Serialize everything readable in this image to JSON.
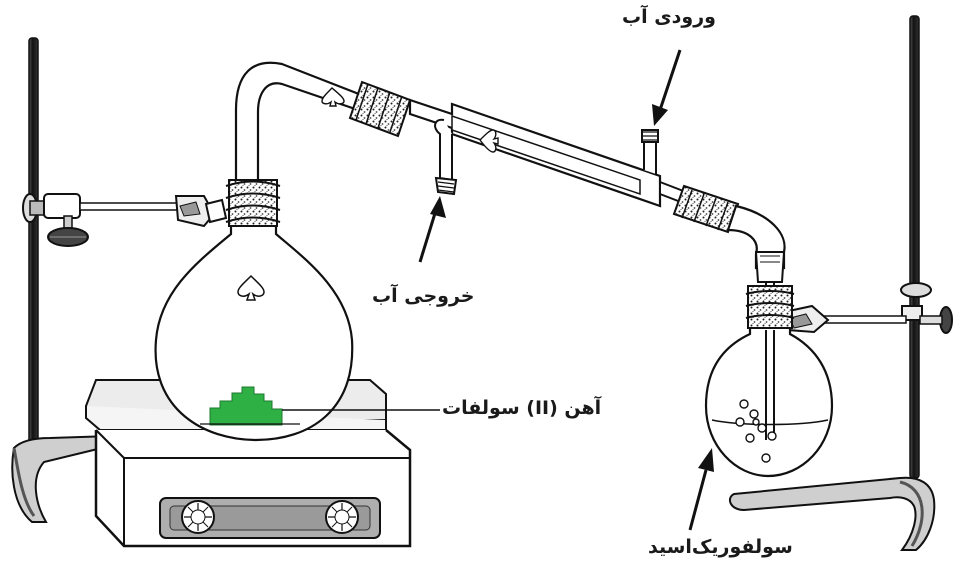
{
  "labels": {
    "water_inlet": "ورودی آب",
    "water_outlet": "خروجی آب",
    "iron_sulfate": "آهن (II) سولفات",
    "sulfuric_acid": "سولفوریک‌اسید"
  },
  "colors": {
    "outline": "#1a1a1a",
    "iron_sulfate": "#2fb045",
    "hotplate_panel": "#aeaeae",
    "glass_fill": "#ffffff"
  },
  "icons": [
    "spade-icon",
    "bubble-icon"
  ]
}
